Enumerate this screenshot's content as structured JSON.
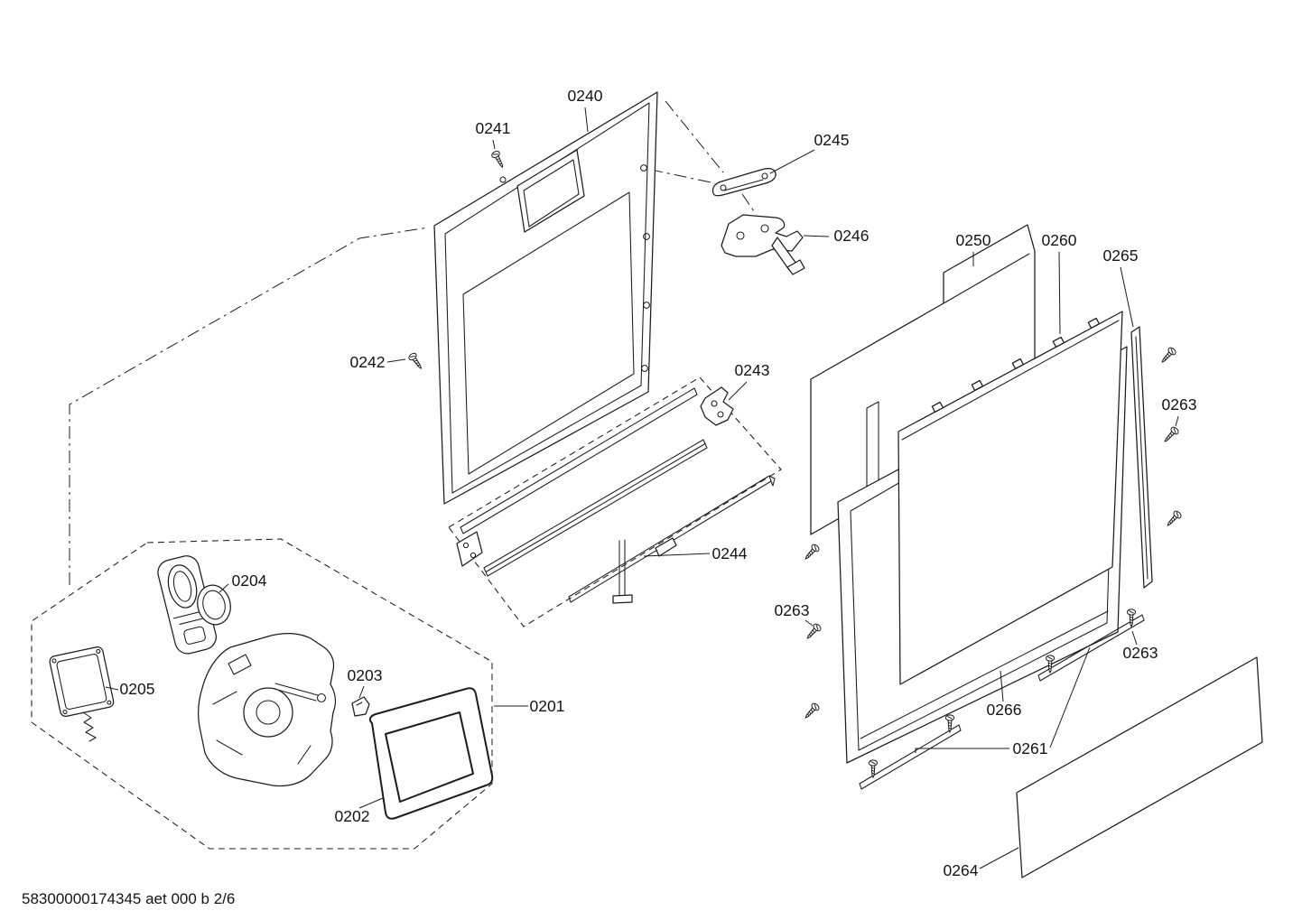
{
  "diagram": {
    "footer": "58300000174345 aet 000 b 2/6",
    "colors": {
      "line": "#1c1c1c",
      "background": "#ffffff"
    },
    "labels": {
      "p0201": "0201",
      "p0202": "0202",
      "p0203": "0203",
      "p0204": "0204",
      "p0205": "0205",
      "p0240": "0240",
      "p0241": "0241",
      "p0242": "0242",
      "p0243": "0243",
      "p0244": "0244",
      "p0245": "0245",
      "p0246": "0246",
      "p0250": "0250",
      "p0260": "0260",
      "p0261": "0261",
      "p0263a": "0263",
      "p0263b": "0263",
      "p0263c": "0263",
      "p0264": "0264",
      "p0265": "0265",
      "p0266": "0266"
    }
  }
}
